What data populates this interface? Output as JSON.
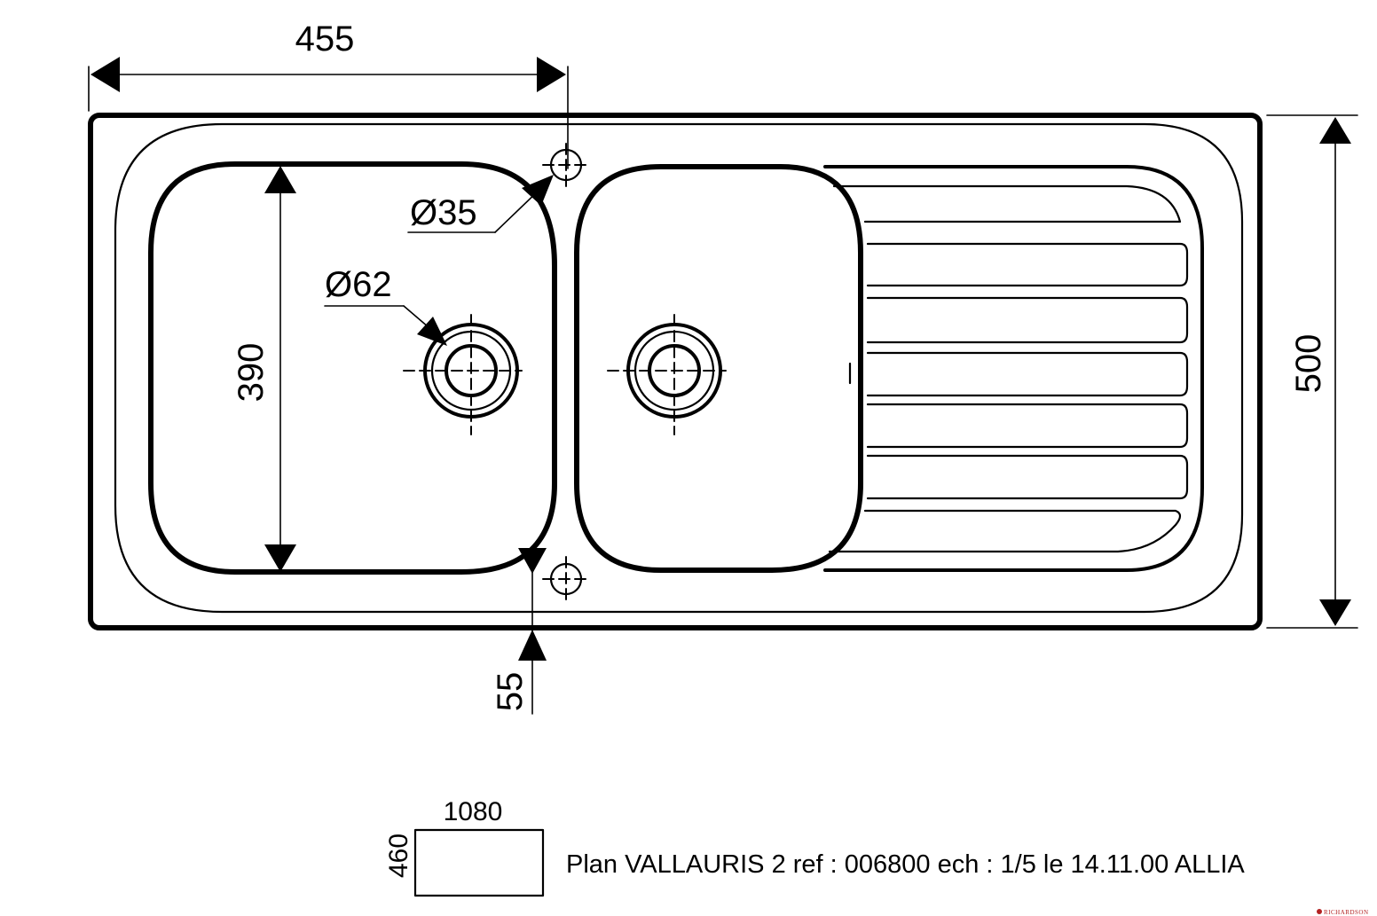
{
  "dimensions": {
    "width_top": "455",
    "height_right": "500",
    "bowl_height": "390",
    "tap_hole": "Ø35",
    "drain": "Ø62",
    "offset_bottom": "55"
  },
  "cutout": {
    "width": "1080",
    "height": "460"
  },
  "caption": "Plan VALLAURIS 2 ref : 006800 ech : 1/5 le 14.11.00 ALLIA",
  "logo": "RICHARDSON"
}
